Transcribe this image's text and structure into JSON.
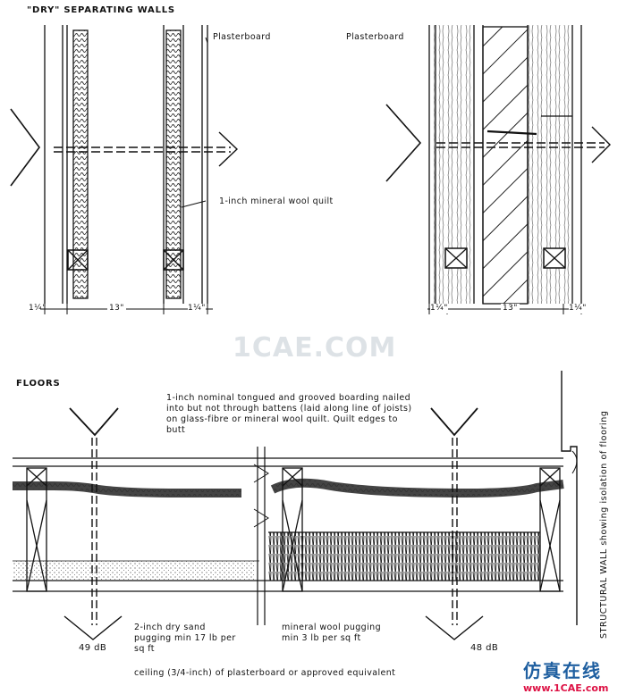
{
  "titles": {
    "walls": "\"DRY\" SEPARATING WALLS",
    "floors": "FLOORS"
  },
  "labels": {
    "plasterboard_left": "Plasterboard",
    "plasterboard_right": "Plasterboard",
    "mineral_wool_quilt": "1-inch mineral wool quilt",
    "boarding_note": "1-inch nominal tongued and grooved boarding nailed into but not through battens (laid along line of joists) on glass-fibre or mineral wool quilt. Quilt edges to butt",
    "sand_pugging": "2-inch dry sand pugging min 17 lb per sq ft",
    "mineral_wool_pugging": "mineral wool pugging min 3 lb per sq ft",
    "ceiling": "ceiling (3/4-inch) of plasterboard or approved equivalent",
    "structural_wall": "STRUCTURAL WALL showing isolation of flooring",
    "db_left": "49 dB",
    "db_right": "48 dB"
  },
  "dimensions": {
    "left_wall_a": "1¼\"",
    "left_wall_gap": "13\"",
    "left_wall_b": "1¼\"",
    "right_wall_a": "1¼\"",
    "right_wall_gap": "13\"",
    "right_wall_b": "1¼\""
  },
  "watermark": {
    "center": "1CAE.COM",
    "brand_cn": "仿真在线",
    "brand_url": "www.1CAE.com"
  }
}
